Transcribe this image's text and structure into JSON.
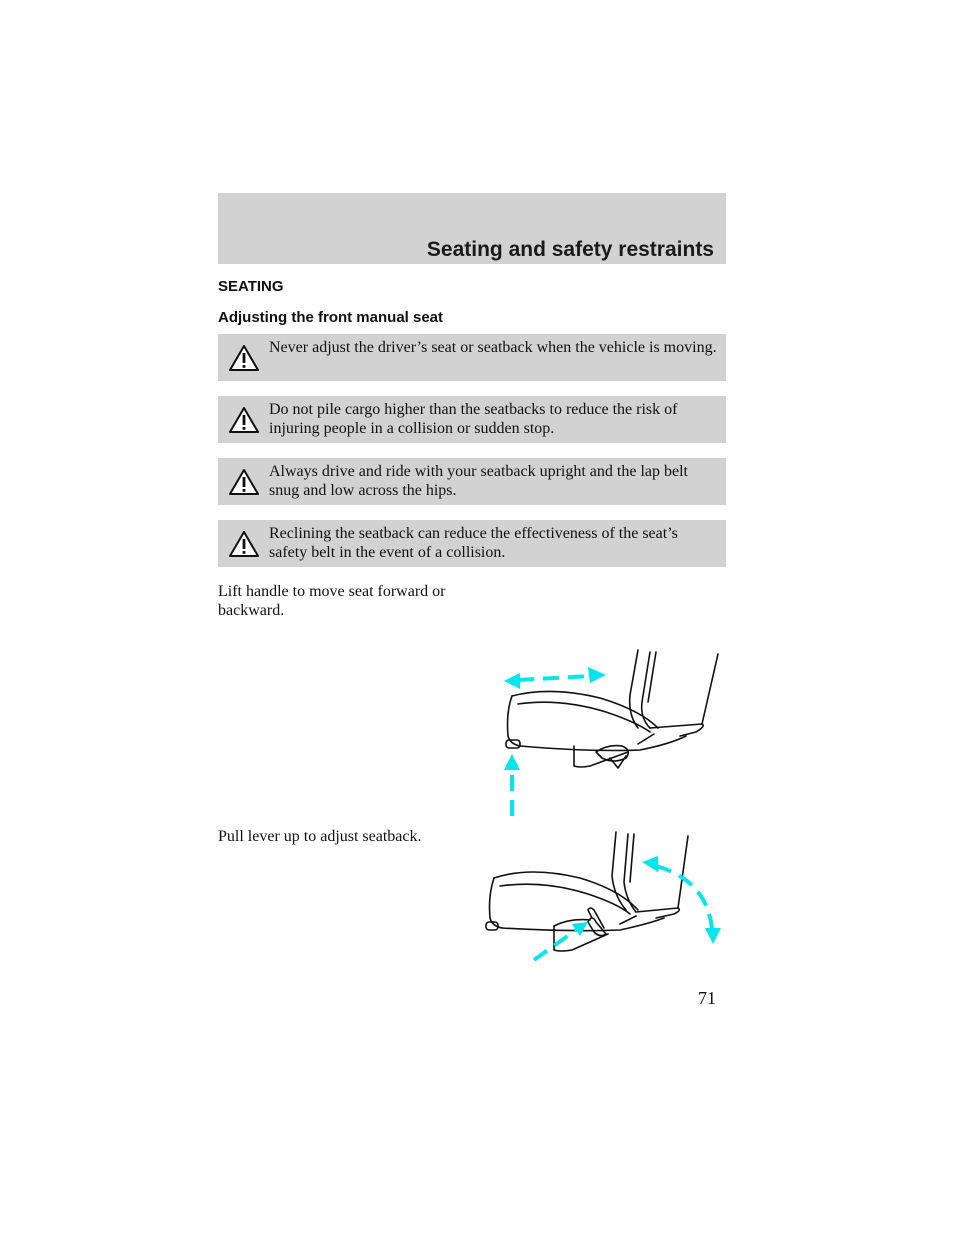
{
  "header": {
    "title": "Seating and safety restraints"
  },
  "section": {
    "heading": "SEATING",
    "subheading": "Adjusting the front manual seat"
  },
  "warnings": [
    {
      "text": "Never adjust the driver’s seat or seatback when the vehicle is moving."
    },
    {
      "text": "Do not pile cargo higher than the seatbacks to reduce the risk of injuring people in a collision or sudden stop."
    },
    {
      "text": "Always drive and ride with your seatback upright and the lap belt snug and low across the hips."
    },
    {
      "text": "Reclining the seatback can reduce the effectiveness of the seat’s safety belt in the event of a collision."
    }
  ],
  "instructions": {
    "fore_aft": "Lift handle to move seat forward or backward.",
    "recline": "Pull lever up to adjust seatback."
  },
  "colors": {
    "band": "#d2d2d2",
    "arrow": "#00e5ee"
  },
  "footer": {
    "page_number": "71"
  }
}
